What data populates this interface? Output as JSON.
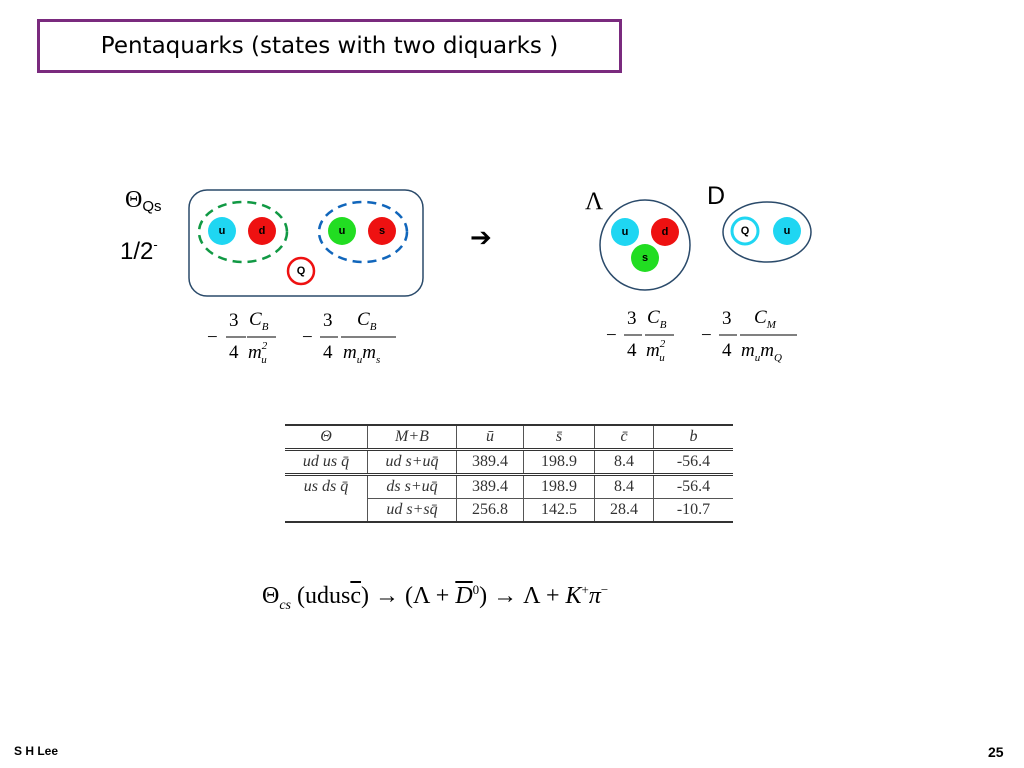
{
  "slide": {
    "title": "Pentaquarks (states with two diquarks )",
    "page_number": "25",
    "author": "S H Lee"
  },
  "left_state": {
    "theta": "Θ",
    "theta_sub": "Qs",
    "spin": "1/2",
    "spin_sup": "-",
    "quarks": {
      "u1": "u",
      "d": "d",
      "u2": "u",
      "s": "s",
      "Q": "Q"
    },
    "colors": {
      "u": "#1fd6f2",
      "d": "#ee1111",
      "s": "#22dd22",
      "Q_ring": "#ee1111",
      "diquark1": "#119944",
      "diquark2": "#1166bb",
      "box": "#2a4a6a"
    }
  },
  "arrow": "➔",
  "right_state": {
    "lambda": "Λ",
    "D": "D",
    "quarks": {
      "u": "u",
      "d": "d",
      "s": "s",
      "Q": "Q",
      "u2": "u"
    }
  },
  "formulas": {
    "left1": {
      "sign": "−",
      "num": "3",
      "den": "4",
      "C": "C",
      "C_sub": "B",
      "m": "m",
      "m_sub": "u",
      "m_sup": "2"
    },
    "left2": {
      "sign": "−",
      "num": "3",
      "den": "4",
      "C": "C",
      "C_sub": "B",
      "m1": "m",
      "m1_sub": "u",
      "m2": "m",
      "m2_sub": "s"
    },
    "right1": {
      "sign": "−",
      "num": "3",
      "den": "4",
      "C": "C",
      "C_sub": "B",
      "m": "m",
      "m_sub": "u",
      "m_sup": "2"
    },
    "right2": {
      "sign": "−",
      "num": "3",
      "den": "4",
      "C": "C",
      "C_sub": "M",
      "m1": "m",
      "m1_sub": "u",
      "m2": "m",
      "m2_sub": "Q"
    }
  },
  "table": {
    "headers": [
      "Θ",
      "M+B",
      "ū",
      "s̄",
      "c̄",
      "b"
    ],
    "rows": [
      [
        "ud us q̄",
        "ud s+uq̄",
        "389.4",
        "198.9",
        "8.4",
        "-56.4"
      ],
      [
        "us ds q̄",
        "ds s+uq̄",
        "389.4",
        "198.9",
        "8.4",
        "-56.4"
      ],
      [
        "",
        "ud s+sq̄",
        "256.8",
        "142.5",
        "28.4",
        "-10.7"
      ]
    ]
  },
  "reaction": {
    "theta": "Θ",
    "theta_sub": "cs",
    "content": "(udus",
    "cbar": "c",
    "close": ")",
    "arrow1": "→ (Λ + ",
    "Dbar": "D",
    "D_sup": "0",
    "close2": ")",
    "arrow2": " → Λ + ",
    "K": "K",
    "K_sup": "+",
    "pi": "π",
    "pi_sup": "−"
  }
}
